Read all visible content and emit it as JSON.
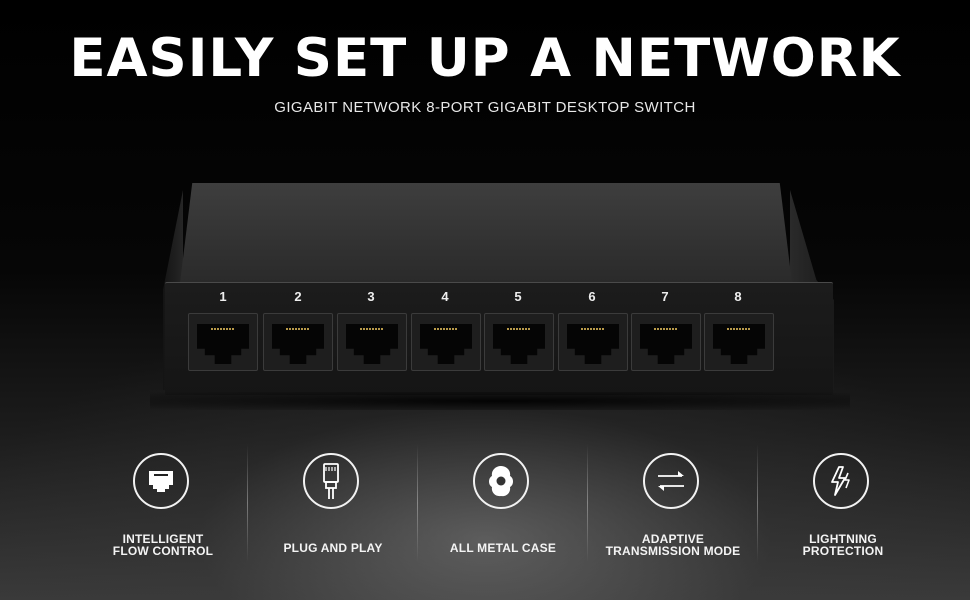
{
  "header": {
    "title": "EASILY SET UP A NETWORK",
    "subtitle": "GIGABIT NETWORK 8-PORT GIGABIT DESKTOP SWITCH"
  },
  "device": {
    "port_labels": [
      "1",
      "2",
      "3",
      "4",
      "5",
      "6",
      "7",
      "8"
    ]
  },
  "features": [
    {
      "icon": "ethernet-port-icon",
      "lines": [
        "INTELLIGENT",
        "FLOW CONTROL"
      ]
    },
    {
      "icon": "rj45-plug-icon",
      "lines": [
        "PLUG AND PLAY"
      ]
    },
    {
      "icon": "metal-case-icon",
      "lines": [
        "ALL METAL CASE"
      ]
    },
    {
      "icon": "bidirectional-arrows-icon",
      "lines": [
        "ADAPTIVE",
        "TRANSMISSION MODE"
      ]
    },
    {
      "icon": "lightning-icon",
      "lines": [
        "LIGHTNING",
        "PROTECTION"
      ]
    }
  ]
}
